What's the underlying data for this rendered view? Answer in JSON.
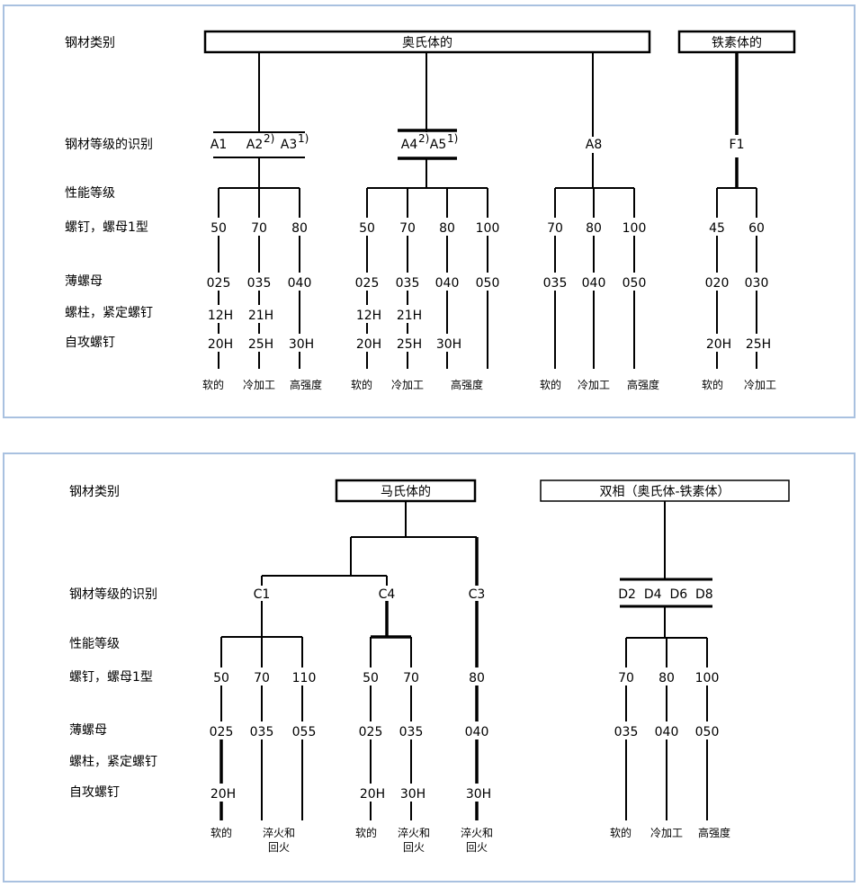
{
  "panel1": {
    "labels": {
      "steel_group": "钢材类别",
      "steel_grade": "钢材等级的识别",
      "property_class": "性能等级",
      "bolts_nuts": "螺钉，螺母1型",
      "thin_nuts": "薄螺母",
      "studs_set_screws": "螺柱，紧定螺钉",
      "tapping_screws": "自攻螺钉"
    },
    "headers": {
      "austenitic": "奥氏体的",
      "ferritic": "铁素体的"
    },
    "grades": {
      "a1": "A1",
      "a2": "A2",
      "a2_sup": "2)",
      "a3": "A3",
      "a3_sup": "1)",
      "a4": "A4",
      "a4_sup": "2)",
      "a5": "A5",
      "a5_sup": "1)",
      "a8": "A8",
      "f1": "F1"
    },
    "groupA123": {
      "bolts": [
        "50",
        "70",
        "80"
      ],
      "thin_nuts": [
        "025",
        "035",
        "040"
      ],
      "studs": [
        "12H",
        "21H"
      ],
      "tapping": [
        "20H",
        "25H",
        "30H"
      ],
      "conditions": [
        "软的",
        "冷加工",
        "高强度"
      ]
    },
    "groupA45": {
      "bolts": [
        "50",
        "70",
        "80",
        "100"
      ],
      "thin_nuts": [
        "025",
        "035",
        "040",
        "050"
      ],
      "studs": [
        "12H",
        "21H"
      ],
      "tapping": [
        "20H",
        "25H",
        "30H"
      ],
      "conditions": [
        "软的",
        "冷加工",
        "高强度"
      ]
    },
    "groupA8": {
      "bolts": [
        "70",
        "80",
        "100"
      ],
      "thin_nuts": [
        "035",
        "040",
        "050"
      ],
      "conditions": [
        "软的",
        "冷加工",
        "高强度"
      ]
    },
    "groupF1": {
      "bolts": [
        "45",
        "60"
      ],
      "thin_nuts": [
        "020",
        "030"
      ],
      "tapping": [
        "20H",
        "25H"
      ],
      "conditions": [
        "软的",
        "冷加工"
      ]
    }
  },
  "panel2": {
    "labels": {
      "steel_group": "钢材类别",
      "steel_grade": "钢材等级的识别",
      "property_class": "性能等级",
      "bolts_nuts": "螺钉，螺母1型",
      "thin_nuts": "薄螺母",
      "studs_set_screws": "螺柱，紧定螺钉",
      "tapping_screws": "自攻螺钉"
    },
    "headers": {
      "martensitic": "马氏体的",
      "duplex": "双相（奥氏体-铁素体）"
    },
    "grades": {
      "c1": "C1",
      "c4": "C4",
      "c3": "C3",
      "d": "D2  D4  D6  D8"
    },
    "groupC1": {
      "bolts": [
        "50",
        "70",
        "110"
      ],
      "thin_nuts": [
        "025",
        "035",
        "055"
      ],
      "tapping": [
        "20H"
      ],
      "conditions": [
        "软的",
        "淬火和",
        "回火"
      ]
    },
    "groupC4": {
      "bolts": [
        "50",
        "70"
      ],
      "thin_nuts": [
        "025",
        "035"
      ],
      "tapping": [
        "20H",
        "30H"
      ],
      "conditions": [
        "软的",
        "淬火和",
        "回火"
      ]
    },
    "groupC3": {
      "bolts": [
        "80"
      ],
      "thin_nuts": [
        "040"
      ],
      "tapping": [
        "30H"
      ],
      "conditions": [
        "淬火和",
        "回火"
      ]
    },
    "groupD": {
      "bolts": [
        "70",
        "80",
        "100"
      ],
      "thin_nuts": [
        "035",
        "040",
        "050"
      ],
      "conditions": [
        "软的",
        "冷加工",
        "高强度"
      ]
    }
  },
  "colors": {
    "panel_border": "#a9c1e0",
    "line": "#000000"
  }
}
